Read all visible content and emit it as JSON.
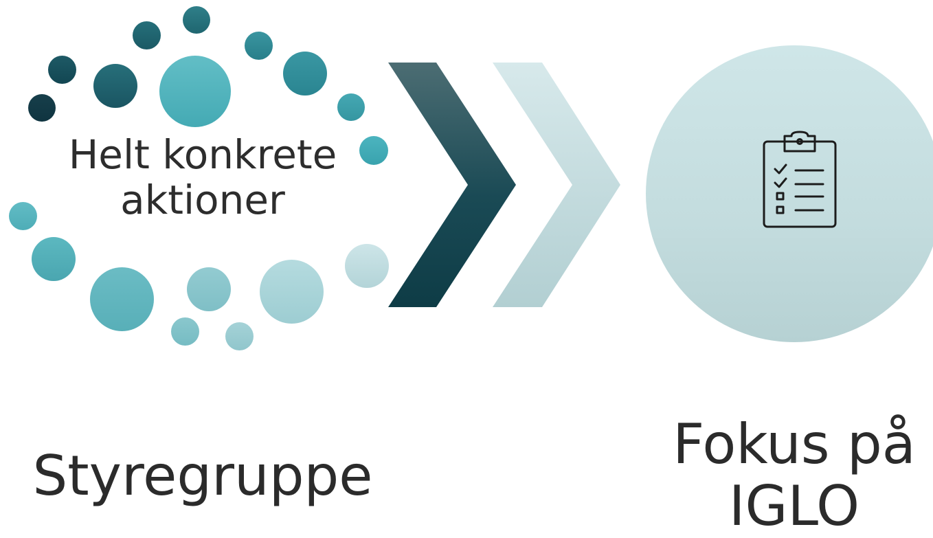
{
  "left_node": {
    "label_line1": "Helt konkrete",
    "label_line2": "aktioner",
    "caption": "Styregruppe"
  },
  "right_node": {
    "icon": "clipboard-checklist-icon",
    "caption_line1": "Fokus på",
    "caption_line2": "IGLO"
  },
  "colors": {
    "dark_teal": "#124a55",
    "teal": "#3fa3af",
    "light_teal": "#b7d8dc",
    "pale_teal": "#cfe6e8"
  }
}
